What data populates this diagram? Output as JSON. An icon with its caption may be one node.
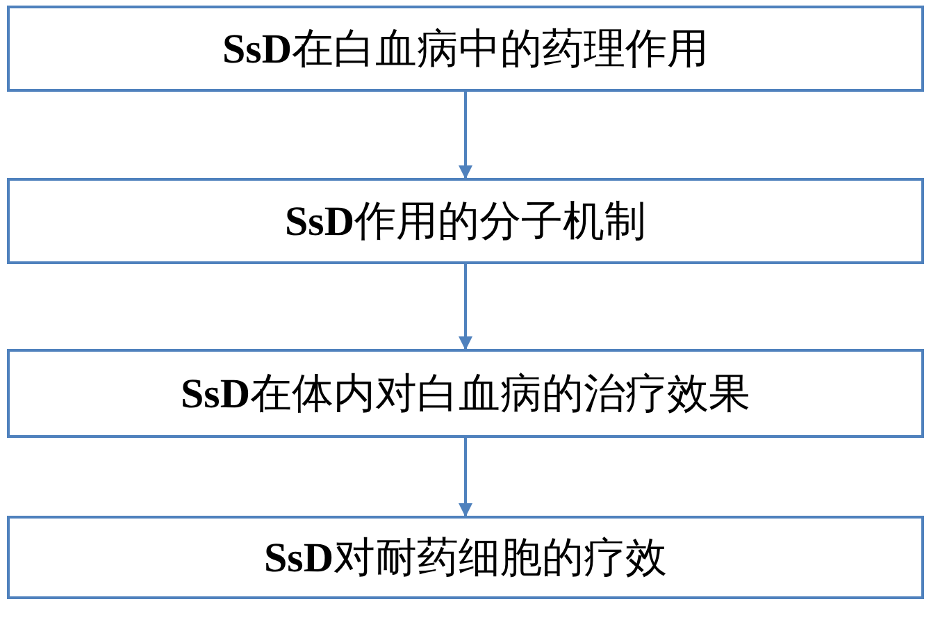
{
  "diagram": {
    "nodes": [
      {
        "text": [
          "**SsD**在白血病中的药理作用"
        ]
      },
      {
        "text": [
          "**SsD**作用的分子机制"
        ]
      },
      {
        "text": [
          "**SsD**在体内对白血病的治疗效果"
        ]
      },
      {
        "text": [
          "**SsD**对耐药细胞的疗效"
        ]
      }
    ],
    "edges": [
      {
        "from": 0,
        "to": 1,
        "arrow": "to"
      },
      {
        "from": 1,
        "to": 2,
        "arrow": "to"
      },
      {
        "from": 2,
        "to": 3,
        "arrow": "to"
      }
    ]
  }
}
